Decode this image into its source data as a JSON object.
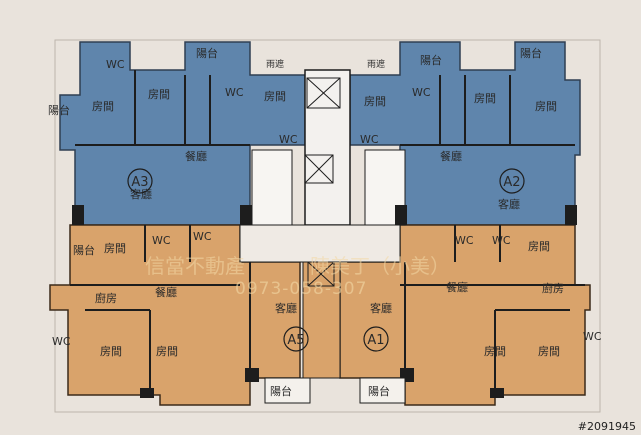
{
  "labels": {
    "wc": "WC",
    "balcony": "陽台",
    "canopy": "雨遮",
    "room": "房間",
    "dining": "餐廳",
    "living": "客廳",
    "kitchen": "廚房"
  },
  "units": [
    "A3",
    "A2",
    "A5",
    "A1"
  ],
  "overlay": {
    "agency": "信當不動產",
    "agent": "陳美丁（小美）",
    "phone": "0973-058-307"
  },
  "watermark": "#2091945",
  "colors": {
    "upper_units": "#5f85ac",
    "lower_units": "#d9a36b",
    "background": "#e9e3dc",
    "walls": "#1d1d1d",
    "core": "#f3f1ee"
  }
}
